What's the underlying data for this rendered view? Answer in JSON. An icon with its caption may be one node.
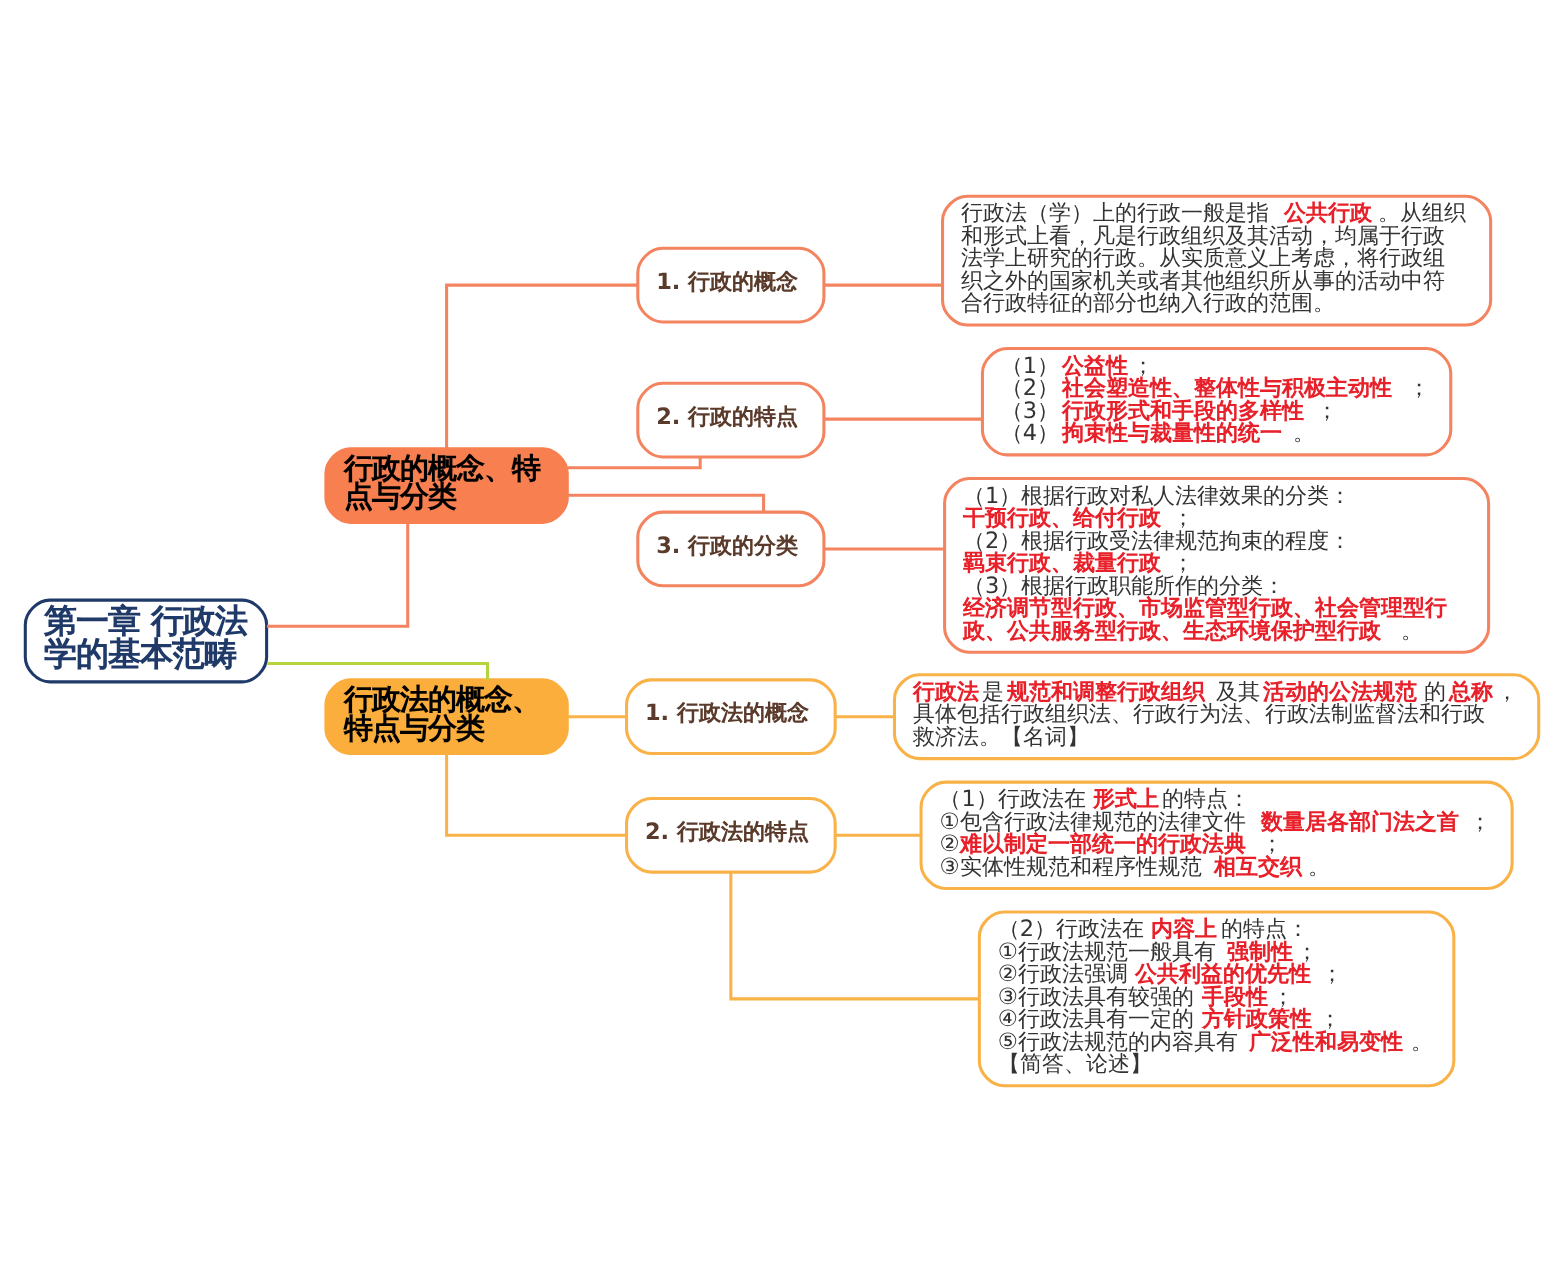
{
  "diagram": {
    "nodes": [
      {
        "text": [
          "第一章 行政法学的基本范畴"
        ]
      },
      {
        "text": [
          "行政的概念、特点与分类"
        ]
      },
      {
        "text": [
          "1. 行政的概念"
        ]
      },
      {
        "text": [
          "行政法（学）上的行政一般是指**公共行政**。从组织和形式上看，凡是行政组织及其活动，均属于行政法学上研究的行政。从实质意义上考虑，将行政组织之外的国家机关或者其他组织所从事的活动中符合行政特征的部分也纳入行政的范围。"
        ]
      },
      {
        "text": [
          "2. 行政的特点"
        ]
      },
      {
        "text": [
          "（1）**公益性**；",
          "（2）**社会塑造性、整体性与积极主动性**；",
          "（3）**行政形式和手段的多样性**；",
          "（4）**拘束性与裁量性的统一**。"
        ]
      },
      {
        "text": [
          "3. 行政的分类"
        ]
      },
      {
        "text": [
          "（1）根据行政对私人法律效果的分类：**干预行政、给付行政**；",
          "（2）根据行政受法律规范拘束的程度：**羁束行政、裁量行政**；",
          "（3）根据行政职能所作的分类：**经济调节型行政、市场监管型行政、社会管理型行政、公共服务型行政、生态环境保护型行政**。"
        ]
      },
      {
        "text": [
          "行政法的概念、特点与分类"
        ]
      },
      {
        "text": [
          "1. 行政法的概念"
        ]
      },
      {
        "text": [
          "**行政法**是**规范和调整行政组织**及其**活动的公法规范**的**总称**，具体包括行政组织法、行政行为法、行政法制监督法和行政救济法。【名词】"
        ]
      },
      {
        "text": [
          "2. 行政法的特点"
        ]
      },
      {
        "text": [
          "（1）行政法在**形式上**的特点：",
          "①包含行政法律规范的法律文件**数量居各部门法之首**；",
          "②**难以制定一部统一的行政法典**；",
          "③实体性规范和程序性规范**相互交织**。"
        ]
      },
      {
        "text": [
          "（2）行政法在**内容上**的特点：",
          "①行政法规范一般具有**强制性**；",
          "②行政法强调**公共利益的优先性**；",
          "③行政法具有较强的**手段性**；",
          "④行政法具有一定的**方针政策性**；",
          "⑤行政法规范的内容具有**广泛性和易变性**。",
          "【简答、论述】"
        ]
      }
    ],
    "edges": [
      {
        "from": 0,
        "to": 1,
        "arrow": "none"
      },
      {
        "from": 1,
        "to": 2,
        "arrow": "none"
      },
      {
        "from": 2,
        "to": 3,
        "arrow": "none"
      },
      {
        "from": 1,
        "to": 4,
        "arrow": "none"
      },
      {
        "from": 4,
        "to": 5,
        "arrow": "none"
      },
      {
        "from": 1,
        "to": 6,
        "arrow": "none"
      },
      {
        "from": 6,
        "to": 7,
        "arrow": "none"
      },
      {
        "from": 0,
        "to": 8,
        "arrow": "none",
        "color": "#b5d33d"
      },
      {
        "from": 8,
        "to": 9,
        "arrow": "none",
        "color": "#f9b248"
      },
      {
        "from": 9,
        "to": 10,
        "arrow": "none",
        "color": "#f9b248"
      },
      {
        "from": 8,
        "to": 11,
        "arrow": "none",
        "color": "#f9b248"
      },
      {
        "from": 11,
        "to": 12,
        "arrow": "none",
        "color": "#f9b248"
      },
      {
        "from": 11,
        "to": 13,
        "arrow": "none",
        "color": "#f9b248"
      }
    ]
  }
}
